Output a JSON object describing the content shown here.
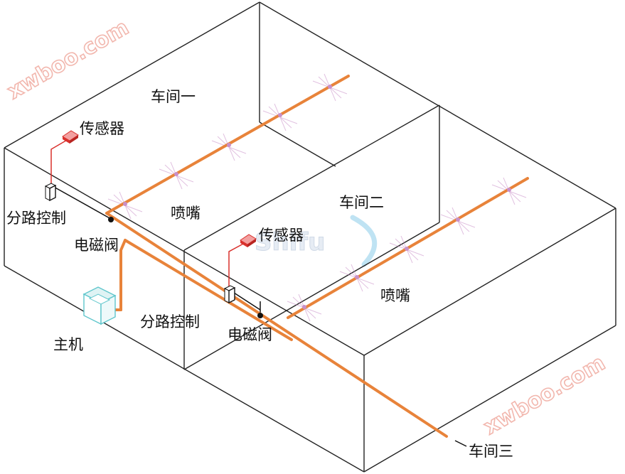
{
  "labels": {
    "workshop_1": "车间一",
    "workshop_2": "车间二",
    "workshop_3": "车间三",
    "sensor_1": "传感器",
    "sensor_2": "传感器",
    "branch_control_1": "分路控制",
    "branch_control_2": "分路控制",
    "valve_1": "电磁阀",
    "valve_2": "电磁阀",
    "nozzle_1": "喷嘴",
    "nozzle_2": "喷嘴",
    "host": "主机"
  },
  "watermarks": {
    "top_left": "xwboo.com",
    "bottom_right": "xwboo.com",
    "center_logo": "Shifu"
  },
  "colors": {
    "pipe": "#e8833a",
    "sensor_wire": "#d9302c",
    "sensor": "#d9302c",
    "wall": "#222222",
    "host": "#5fc6cc",
    "spray": "#c98fc8",
    "watermark": "#f2b7ae"
  },
  "icons": {
    "sensor": "sensor-box-icon",
    "host": "host-machine-icon",
    "branch_control": "control-box-icon",
    "valve": "solenoid-valve-icon",
    "nozzle": "spray-nozzle-icon"
  }
}
